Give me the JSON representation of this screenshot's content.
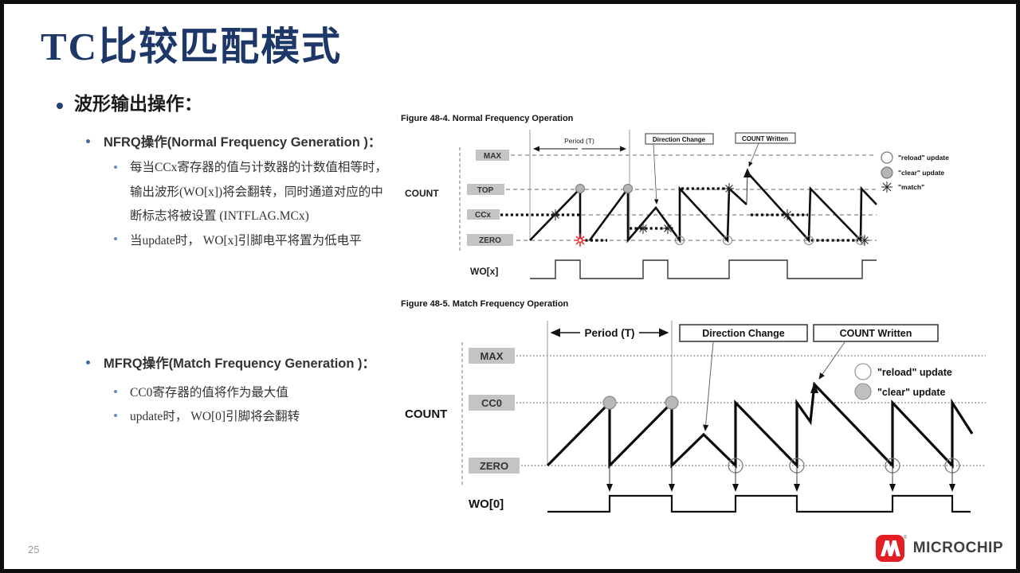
{
  "slide": {
    "title": "TC比较匹配模式",
    "page_number": "25",
    "section_bullet": "波形输出操作：",
    "nfrq": {
      "header": "NFRQ操作(Normal Frequency Generation )：",
      "item1_line1": "每当CCx寄存器的值与计数器的计数值相等时，",
      "item1_line2": "输出波形(WO[x])将会翻转，同时通道对应的中",
      "item1_line3": "断标志将被设置 (INTFLAG.MCx)",
      "item2": "当update时， WO[x]引脚电平将置为低电平"
    },
    "mfrq": {
      "header": "MFRQ操作(Match Frequency Generation )：",
      "item1": "CC0寄存器的值将作为最大值",
      "item2": "update时， WO[0]引脚将会翻转"
    }
  },
  "figure1": {
    "title": "Figure 48-4.  Normal Frequency Operation",
    "count_label": "COUNT",
    "levels": {
      "max": "MAX",
      "top": "TOP",
      "ccx": "CCx",
      "zero": "ZERO"
    },
    "period_label": "Period (T)",
    "direction_change": "Direction Change",
    "count_written": "COUNT Written",
    "wo_label": "WO[x]",
    "legend": {
      "reload": "\"reload\" update",
      "clear": "\"clear\" update",
      "match": "\"match\""
    }
  },
  "figure2": {
    "title": "Figure 48-5.  Match Frequency Operation",
    "count_label": "COUNT",
    "levels": {
      "max": "MAX",
      "cc0": "CC0",
      "zero": "ZERO"
    },
    "period_label": "Period (T)",
    "direction_change": "Direction Change",
    "count_written": "COUNT Written",
    "wo_label": "WO[0]",
    "legend": {
      "reload": "\"reload\" update",
      "clear": "\"clear\" update"
    }
  },
  "footer": {
    "brand": "MICROCHIP",
    "registered": "®"
  },
  "colors": {
    "title_blue": "#1d3868",
    "logo_red": "#e31e24",
    "waveform": "#0d0d0d"
  }
}
